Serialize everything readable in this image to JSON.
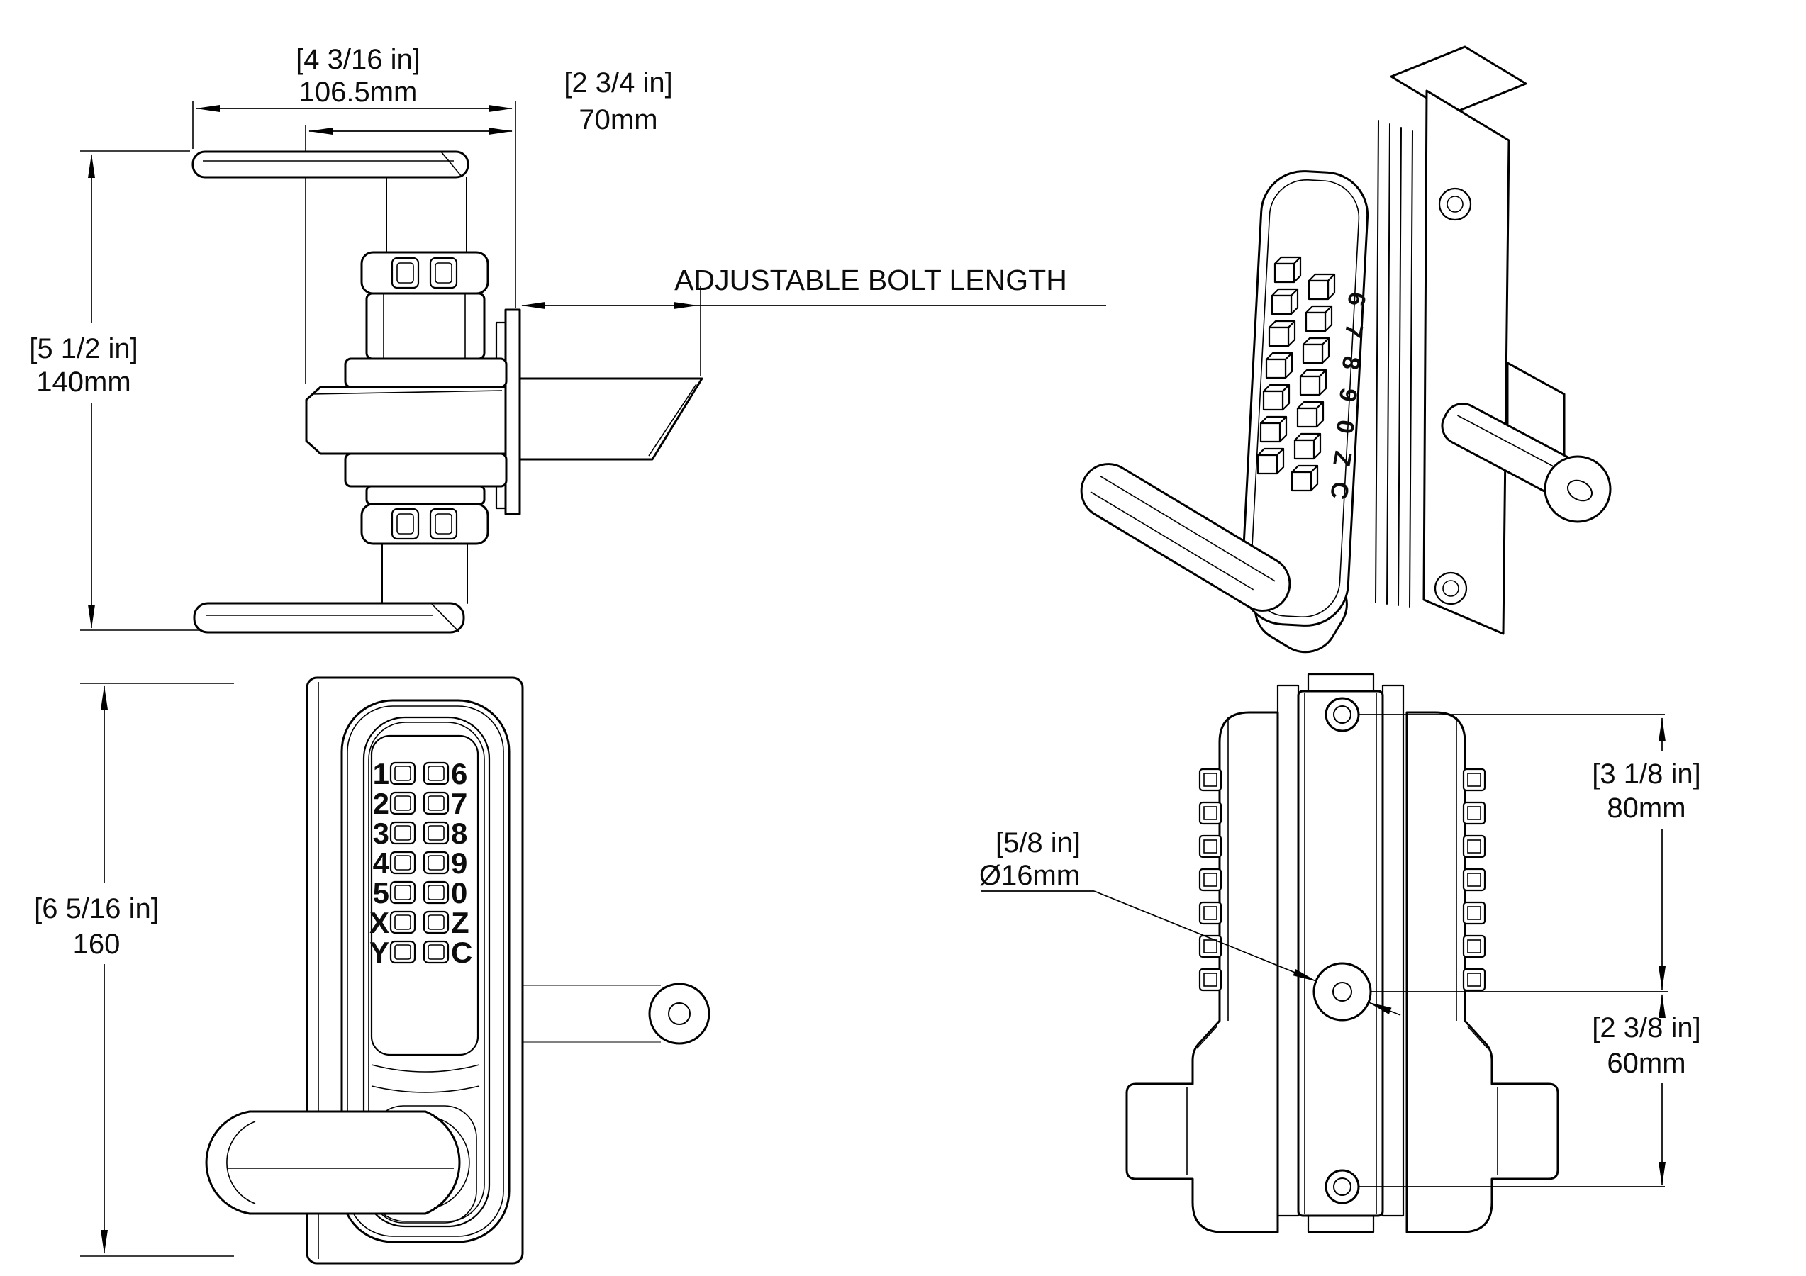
{
  "background": "#ffffff",
  "line_color": "#000000",
  "plan_view": {
    "overall_width": {
      "inches": "[4 3/16 in]",
      "mm": "106.5mm"
    },
    "backset": {
      "inches": "[2 3/4 in]",
      "mm": "70mm"
    },
    "overall_height": {
      "inches": "[5 1/2 in]",
      "mm": "140mm"
    },
    "bolt_note": "ADJUSTABLE BOLT LENGTH"
  },
  "iso_view": {
    "keypad_digits": [
      "6",
      "7",
      "8",
      "9",
      "0",
      "Z",
      "C"
    ]
  },
  "front_view": {
    "overall_height": {
      "inches": "[6 5/16 in]",
      "mm": "160"
    },
    "keypad_rows": [
      {
        "left": "1",
        "right": "6"
      },
      {
        "left": "2",
        "right": "7"
      },
      {
        "left": "3",
        "right": "8"
      },
      {
        "left": "4",
        "right": "9"
      },
      {
        "left": "5",
        "right": "0"
      },
      {
        "left": "X",
        "right": "Z"
      },
      {
        "left": "Y",
        "right": "C"
      }
    ]
  },
  "edge_view": {
    "spindle_hole": {
      "inches": "[5/8 in]",
      "diameter": "Ø16mm"
    },
    "upper_offset": {
      "inches": "[3 1/8 in]",
      "mm": "80mm"
    },
    "lower_offset": {
      "inches": "[2 3/8 in]",
      "mm": "60mm"
    }
  }
}
